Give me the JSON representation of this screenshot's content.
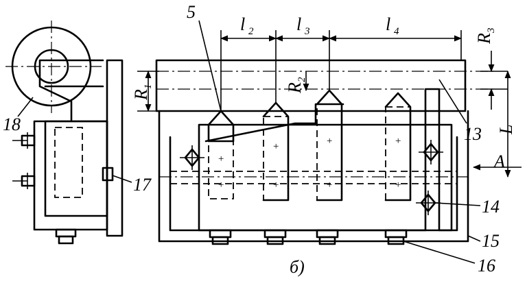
{
  "callouts": {
    "c5": "5",
    "c13": "13",
    "c14": "14",
    "c15": "15",
    "c16": "16",
    "c17": "17",
    "c18": "18"
  },
  "dimensions": {
    "l2": "l",
    "l2_sub": "2",
    "l3": "l",
    "l3_sub": "3",
    "l4": "l",
    "l4_sub": "4",
    "R1": "R",
    "R1_sub": "1",
    "R2": "R",
    "R2_sub": "2",
    "R3": "R",
    "R3_sub": "3",
    "L": "L",
    "A": "A"
  },
  "view_label": "б)"
}
